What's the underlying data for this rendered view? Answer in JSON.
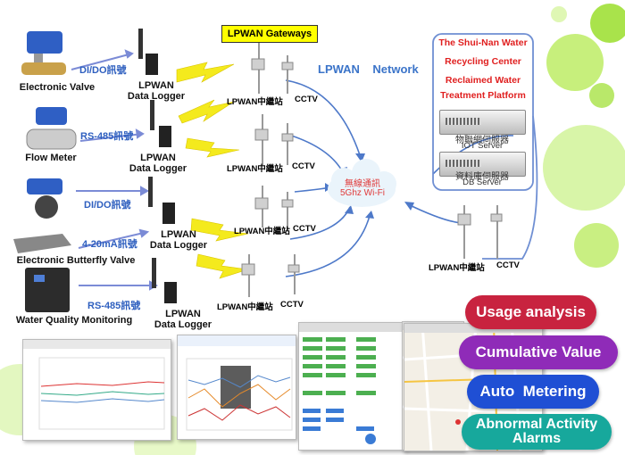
{
  "gateways_label": "LPWAN Gateways",
  "network_label": "LPWAN    Network",
  "cloud": {
    "line1": "無線通訊",
    "line2": "5Ghz Wi-Fi"
  },
  "platform": {
    "title_lines": [
      "The Shui-Nan Water",
      "Recycling Center",
      "Reclaimed Water",
      "Treatment Platform"
    ],
    "iot_server": {
      "cn": "物聯網伺服器",
      "en": "IOT Server"
    },
    "db_server": {
      "cn": "資料庫伺服器",
      "en": "DB Server"
    }
  },
  "devices": [
    {
      "name": "Electronic Valve",
      "link": "DI/DO訊號"
    },
    {
      "name": "Flow Meter",
      "link": "RS-485訊號"
    },
    {
      "name": "",
      "link": "DI/DO訊號"
    },
    {
      "name": "Electronic Butterfly Valve",
      "link": "4-20mA訊號"
    },
    {
      "name": "Water Quality Monitoring",
      "link": "RS-485訊號"
    }
  ],
  "logger": {
    "line1": "LPWAN",
    "line2": "Data Logger"
  },
  "station": {
    "relay": "LPWAN中繼站",
    "cctv": "CCTV"
  },
  "features": [
    {
      "label": "Usage analysis",
      "color": "#c8233f"
    },
    {
      "label": "Cumulative Value",
      "color": "#8f2bb8"
    },
    {
      "label": "Auto  Metering",
      "color": "#1f4fd4"
    },
    {
      "label": "Abnormal Activity Alarms",
      "color": "#17a89c"
    }
  ]
}
